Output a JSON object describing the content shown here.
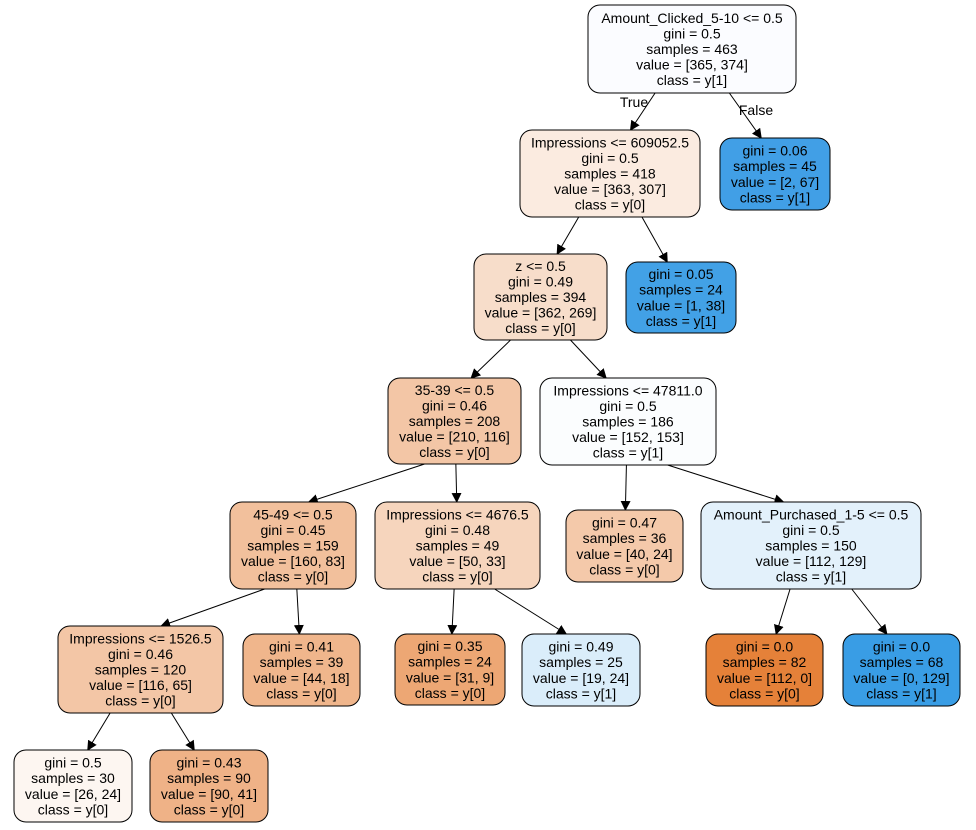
{
  "edge_labels": {
    "true": "True",
    "false": "False"
  },
  "nodes": [
    {
      "id": "n0",
      "fill": "#fbfcff",
      "lines": [
        "Amount_Clicked_5-10 <= 0.5",
        "gini = 0.5",
        "samples = 463",
        "value = [365, 374]",
        "class = y[1]"
      ]
    },
    {
      "id": "n1",
      "fill": "#fbebe0",
      "lines": [
        "Impressions <= 609052.5",
        "gini = 0.5",
        "samples = 418",
        "value = [363, 307]",
        "class = y[0]"
      ]
    },
    {
      "id": "n2",
      "fill": "#419fe6",
      "lines": [
        "gini = 0.06",
        "samples = 45",
        "value = [2, 67]",
        "class = y[1]"
      ]
    },
    {
      "id": "n3",
      "fill": "#f7ddca",
      "lines": [
        "z <= 0.5",
        "gini = 0.49",
        "samples = 394",
        "value = [362, 269]",
        "class = y[0]"
      ]
    },
    {
      "id": "n4",
      "fill": "#42a1e6",
      "lines": [
        "gini = 0.05",
        "samples = 24",
        "value = [1, 38]",
        "class = y[1]"
      ]
    },
    {
      "id": "n5",
      "fill": "#f3c6a6",
      "lines": [
        "35-39 <= 0.5",
        "gini = 0.46",
        "samples = 208",
        "value = [210, 116]",
        "class = y[0]"
      ]
    },
    {
      "id": "n6",
      "fill": "#fbfdfe",
      "lines": [
        "Impressions <= 47811.0",
        "gini = 0.5",
        "samples = 186",
        "value = [152, 153]",
        "class = y[1]"
      ]
    },
    {
      "id": "n7",
      "fill": "#f2c09c",
      "lines": [
        "45-49 <= 0.5",
        "gini = 0.45",
        "samples = 159",
        "value = [160, 83]",
        "class = y[0]"
      ]
    },
    {
      "id": "n8",
      "fill": "#f6d5bd",
      "lines": [
        "Impressions <= 4676.5",
        "gini = 0.48",
        "samples = 49",
        "value = [50, 33]",
        "class = y[0]"
      ]
    },
    {
      "id": "n9",
      "fill": "#f4c9aa",
      "lines": [
        "gini = 0.47",
        "samples = 36",
        "value = [40, 24]",
        "class = y[0]"
      ]
    },
    {
      "id": "n10",
      "fill": "#e3f1fb",
      "lines": [
        "Amount_Purchased_1-5 <= 0.5",
        "gini = 0.5",
        "samples = 150",
        "value = [112, 129]",
        "class = y[1]"
      ]
    },
    {
      "id": "n11",
      "fill": "#f3c6a6",
      "lines": [
        "Impressions <= 1526.5",
        "gini = 0.46",
        "samples = 120",
        "value = [116, 65]",
        "class = y[0]"
      ]
    },
    {
      "id": "n12",
      "fill": "#f0b68c",
      "lines": [
        "gini = 0.41",
        "samples = 39",
        "value = [44, 18]",
        "class = y[0]"
      ]
    },
    {
      "id": "n13",
      "fill": "#eda774",
      "lines": [
        "gini = 0.35",
        "samples = 24",
        "value = [31, 9]",
        "class = y[0]"
      ]
    },
    {
      "id": "n14",
      "fill": "#daedfa",
      "lines": [
        "gini = 0.49",
        "samples = 25",
        "value = [19, 24]",
        "class = y[1]"
      ]
    },
    {
      "id": "n15",
      "fill": "#e58139",
      "lines": [
        "gini = 0.0",
        "samples = 82",
        "value = [112, 0]",
        "class = y[0]"
      ]
    },
    {
      "id": "n16",
      "fill": "#399de5",
      "lines": [
        "gini = 0.0",
        "samples = 68",
        "value = [0, 129]",
        "class = y[1]"
      ]
    },
    {
      "id": "n17",
      "fill": "#fdf6f1",
      "lines": [
        "gini = 0.5",
        "samples = 30",
        "value = [26, 24]",
        "class = y[0]"
      ]
    },
    {
      "id": "n18",
      "fill": "#efb287",
      "lines": [
        "gini = 0.43",
        "samples = 90",
        "value = [90, 41]",
        "class = y[0]"
      ]
    }
  ],
  "edges": [
    {
      "from": "n0",
      "to": "n1",
      "label": "true"
    },
    {
      "from": "n0",
      "to": "n2",
      "label": "false"
    },
    {
      "from": "n1",
      "to": "n3"
    },
    {
      "from": "n1",
      "to": "n4"
    },
    {
      "from": "n3",
      "to": "n5"
    },
    {
      "from": "n3",
      "to": "n6"
    },
    {
      "from": "n5",
      "to": "n7"
    },
    {
      "from": "n5",
      "to": "n8"
    },
    {
      "from": "n6",
      "to": "n9"
    },
    {
      "from": "n6",
      "to": "n10"
    },
    {
      "from": "n7",
      "to": "n11"
    },
    {
      "from": "n7",
      "to": "n12"
    },
    {
      "from": "n8",
      "to": "n13"
    },
    {
      "from": "n8",
      "to": "n14"
    },
    {
      "from": "n10",
      "to": "n15"
    },
    {
      "from": "n10",
      "to": "n16"
    },
    {
      "from": "n11",
      "to": "n17"
    },
    {
      "from": "n11",
      "to": "n18"
    }
  ]
}
